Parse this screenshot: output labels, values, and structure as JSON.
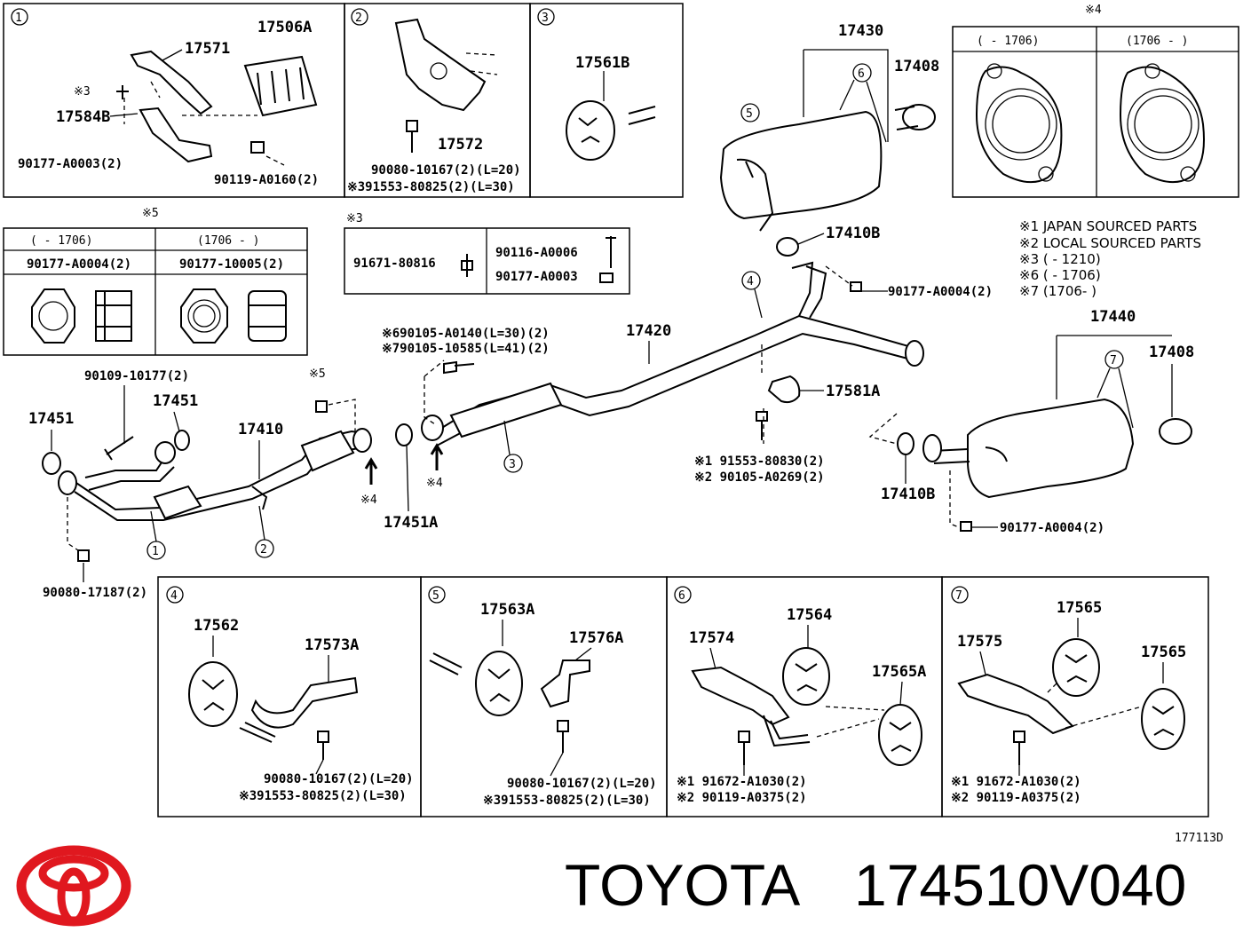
{
  "brand": {
    "name": "TOYOTA",
    "part_number": "174510V040",
    "logo_color": "#e0181f"
  },
  "diagram_id": "177113D",
  "notes": [
    "※1 JAPAN SOURCED PARTS",
    "※2 LOCAL SOURCED PARTS",
    "※3 (        - 1210)",
    "※6 (        - 1706)",
    "※7 (1706-        )"
  ],
  "box1": {
    "num": "1",
    "p17506a": "17506A",
    "p17571": "17571",
    "s3": "※3",
    "p17584b": "17584B",
    "f1": "90177-A0003(2)",
    "f2": "90119-A0160(2)"
  },
  "box2": {
    "num": "2",
    "p17572": "17572",
    "f1": "90080-10167(2)(L=20)",
    "f2": "※391553-80825(2)(L=30)"
  },
  "box3": {
    "num": "3",
    "p17561b": "17561B"
  },
  "box4": {
    "mark": "※4",
    "h1": "(      - 1706)",
    "h2": "(1706 -      )"
  },
  "box5": {
    "mark": "※5",
    "h1": "(     - 1706)",
    "h2": "(1706 -      )",
    "p1": "90177-A0004(2)",
    "p2": "90177-10005(2)"
  },
  "box6": {
    "mark": "※3",
    "p1": "91671-80816",
    "p2": "90116-A0006",
    "p3": "90177-A0003"
  },
  "box7": {
    "num": "4",
    "p17562": "17562",
    "p17573a": "17573A",
    "f1": "90080-10167(2)(L=20)",
    "f2": "※391553-80825(2)(L=30)"
  },
  "box8": {
    "num": "5",
    "p17563a": "17563A",
    "p17576a": "17576A",
    "f1": "90080-10167(2)(L=20)",
    "f2": "※391553-80825(2)(L=30)"
  },
  "box9": {
    "num": "6",
    "p17574": "17574",
    "p17564": "17564",
    "p17565a": "17565A",
    "f1": "※1 91672-A1030(2)",
    "f2": "※2 90119-A0375(2)"
  },
  "box10": {
    "num": "7",
    "p17575": "17575",
    "p17565t": "17565",
    "p17565r": "17565",
    "f1": "※1 91672-A1030(2)",
    "f2": "※2 90119-A0375(2)"
  },
  "main": {
    "p17430": "17430",
    "p17408a": "17408",
    "c6": "6",
    "c5": "5",
    "p17410b_top": "17410B",
    "c4": "4",
    "f_a0004_top": "90177-A0004(2)",
    "p17440": "17440",
    "p17408b": "17408",
    "c7": "7",
    "p17420": "17420",
    "b1": "※690105-A0140(L=30)(2)",
    "b2": "※790105-10585(L=41)(2)",
    "p17581a": "17581A",
    "b3": "※1 91553-80830(2)",
    "b4": "※2 90105-A0269(2)",
    "p17410b_bot": "17410B",
    "f_a0004_bot": "90177-A0004(2)",
    "c3": "3",
    "s4b": "※4",
    "p17451a": "17451A",
    "f10177": "90109-10177(2)",
    "s5": "※5",
    "p17451_l": "17451",
    "p17451_m": "17451",
    "p17410": "17410",
    "s4a": "※4",
    "c1": "1",
    "c2": "2",
    "f17187": "90080-17187(2)"
  }
}
